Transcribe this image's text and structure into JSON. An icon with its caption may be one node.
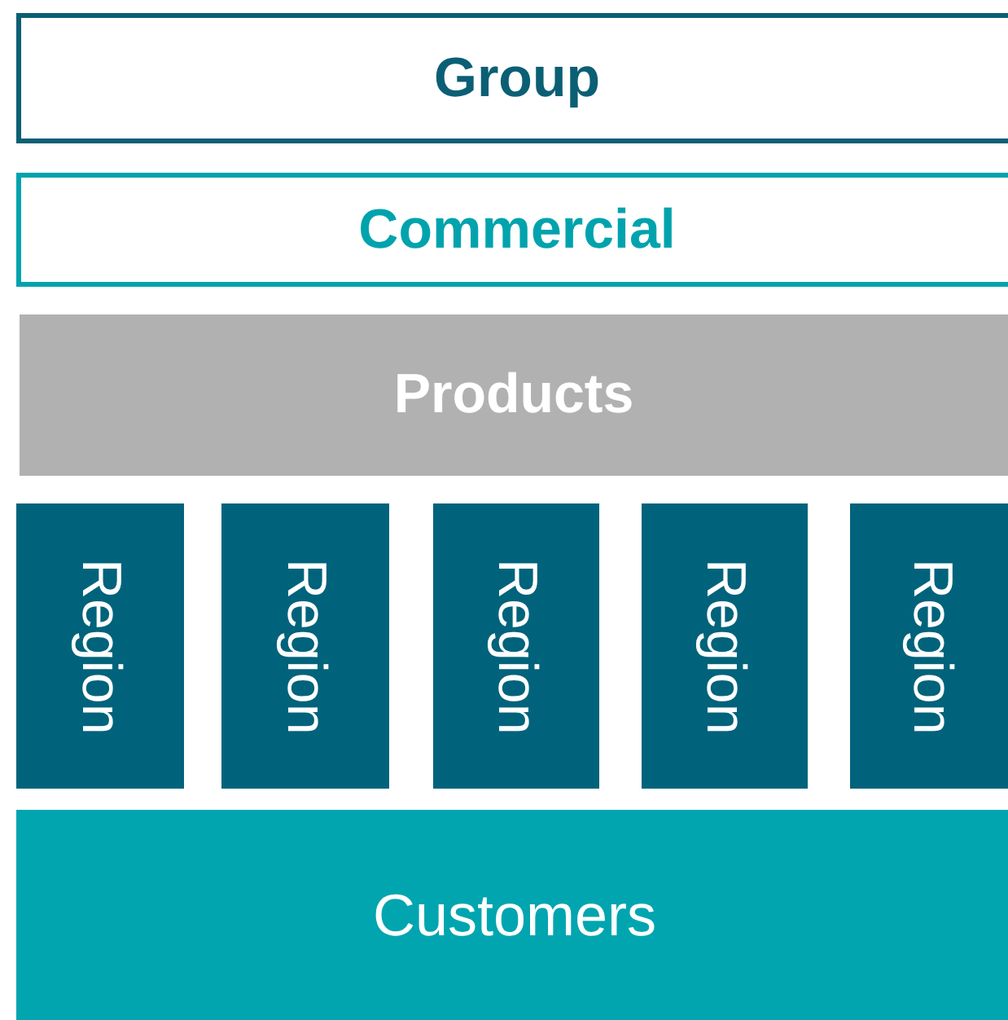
{
  "diagram": {
    "nodes": [
      {
        "text": [
          "Group"
        ]
      },
      {
        "text": [
          "Commercial"
        ]
      },
      {
        "text": [
          "Products"
        ]
      },
      {
        "text": [
          "Region"
        ]
      },
      {
        "text": [
          "Region"
        ]
      },
      {
        "text": [
          "Region"
        ]
      },
      {
        "text": [
          "Region"
        ]
      },
      {
        "text": [
          "Region"
        ]
      },
      {
        "text": [
          "Customers"
        ]
      }
    ]
  }
}
